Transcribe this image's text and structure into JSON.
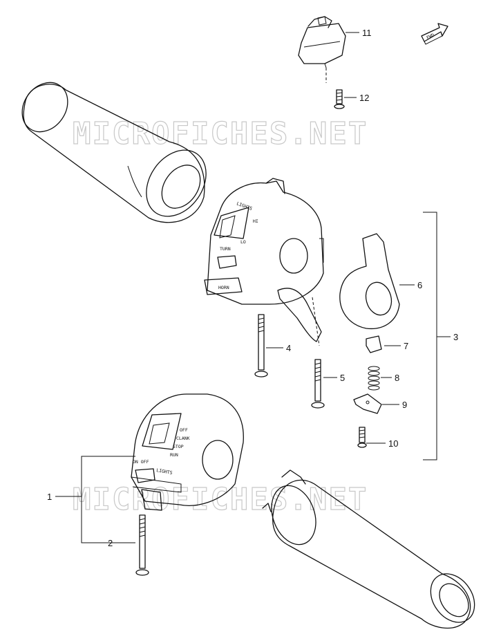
{
  "watermark": "MICROFICHES.NET",
  "fwd_label": "FWD",
  "callouts": [
    "1",
    "2",
    "3",
    "4",
    "5",
    "6",
    "7",
    "8",
    "9",
    "10",
    "11",
    "12"
  ],
  "switch_right_markings": {
    "lights": "LIGHTS",
    "hi": "HI",
    "lo": "LO",
    "turn": "TURN",
    "horn": "HORN"
  },
  "switch_left_markings": {
    "off": "OFF",
    "clank": "CLANK",
    "stop": "STOP",
    "run": "RUN",
    "on_off": "ON OFF",
    "lights": "LIGHTS"
  }
}
